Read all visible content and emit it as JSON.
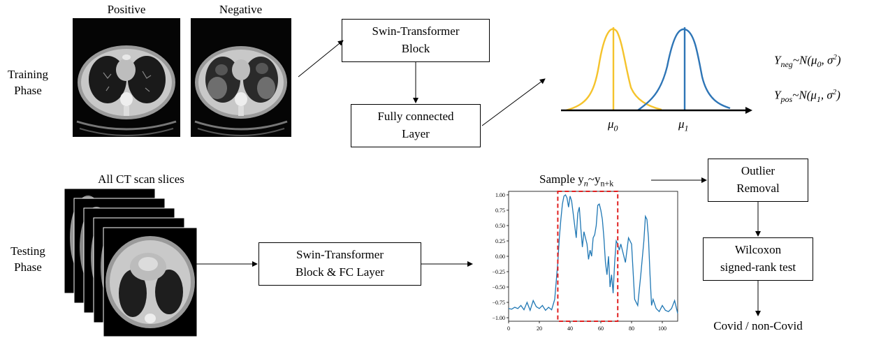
{
  "training": {
    "phase_label": [
      "Training",
      "Phase"
    ],
    "positive_label": "Positive",
    "negative_label": "Negative",
    "swin_block": [
      "Swin-Transformer",
      "Block"
    ],
    "fc_layer": [
      "Fully connected",
      "Layer"
    ],
    "mu0": "μ",
    "mu0_sub": "0",
    "mu1": "μ",
    "mu1_sub": "1",
    "eq_neg": {
      "y": "Y",
      "sub": "neg",
      "rest": "~N(μ",
      "mu_sub": "0",
      "mid": ", σ",
      "sup": "2",
      "end": ")"
    },
    "eq_pos": {
      "y": "Y",
      "sub": "pos",
      "rest": "~N(μ",
      "mu_sub": "1",
      "mid": ", σ",
      "sup": "2",
      "end": ")"
    },
    "colors": {
      "neg_curve": "#f5c32c",
      "pos_curve": "#2e75b6"
    }
  },
  "testing": {
    "phase_label": [
      "Testing",
      "Phase"
    ],
    "slices_label": "All CT scan slices",
    "swin_fc": [
      "Swin-Transformer",
      "Block & FC Layer"
    ],
    "sample_label": {
      "prefix": "Sample y",
      "sub1": "n",
      "tilde": "~y",
      "sub2": "n+k"
    },
    "outlier": [
      "Outlier",
      "Removal"
    ],
    "wilcoxon": [
      "Wilcoxon",
      "signed-rank  test"
    ],
    "result": "Covid / non-Covid",
    "colors": {
      "series": "#1f77b4",
      "window": "#e02020"
    }
  },
  "chart_data": {
    "type": "line",
    "xlim": [
      0,
      110
    ],
    "ylim": [
      -1.0,
      1.0
    ],
    "xticks": [
      0,
      20,
      40,
      60,
      80,
      100
    ],
    "yticks": [
      -1.0,
      -0.75,
      -0.5,
      -0.25,
      0.0,
      0.25,
      0.5,
      0.75,
      1.0
    ],
    "ytick_labels": [
      "−1.00",
      "−0.75",
      "−0.50",
      "−0.25",
      "0.00",
      "0.25",
      "0.50",
      "0.75",
      "1.00"
    ],
    "window_x": [
      32,
      71
    ],
    "series": [
      {
        "x": [
          0,
          2,
          4,
          6,
          8,
          10,
          12,
          14,
          16,
          18,
          20,
          22,
          24,
          26,
          28,
          30,
          31,
          32,
          33,
          34,
          35,
          36,
          37,
          38,
          39,
          40,
          41,
          42,
          43,
          44,
          45,
          46,
          47,
          48,
          49,
          50,
          51,
          52,
          53,
          54,
          55,
          56,
          57,
          58,
          59,
          60,
          61,
          62,
          63,
          64,
          65,
          66,
          67,
          68,
          69,
          70,
          71,
          72,
          73,
          74,
          76,
          78,
          80,
          82,
          84,
          86,
          88,
          89,
          90,
          91,
          92,
          93,
          94,
          96,
          98,
          100,
          102,
          104,
          106,
          108,
          110
        ],
        "y": [
          -0.85,
          -0.86,
          -0.83,
          -0.85,
          -0.8,
          -0.87,
          -0.75,
          -0.88,
          -0.72,
          -0.82,
          -0.85,
          -0.8,
          -0.88,
          -0.83,
          -0.87,
          -0.7,
          -0.4,
          -0.1,
          0.3,
          0.6,
          0.85,
          0.98,
          1.0,
          0.95,
          0.8,
          0.98,
          0.9,
          0.7,
          0.5,
          0.3,
          0.7,
          0.8,
          0.45,
          0.15,
          0.4,
          0.3,
          0.2,
          -0.05,
          0.1,
          0.0,
          0.3,
          0.35,
          0.5,
          0.83,
          0.85,
          0.75,
          0.6,
          0.3,
          -0.1,
          -0.3,
          0.0,
          -0.5,
          -0.3,
          -0.6,
          -0.1,
          0.25,
          0.2,
          0.1,
          0.2,
          0.1,
          -0.1,
          0.3,
          0.2,
          -0.7,
          -0.8,
          -0.3,
          0.25,
          0.65,
          0.6,
          0.3,
          -0.3,
          -0.8,
          -0.7,
          -0.85,
          -0.9,
          -0.8,
          -0.88,
          -0.9,
          -0.85,
          -0.72,
          -0.93
        ]
      }
    ]
  }
}
